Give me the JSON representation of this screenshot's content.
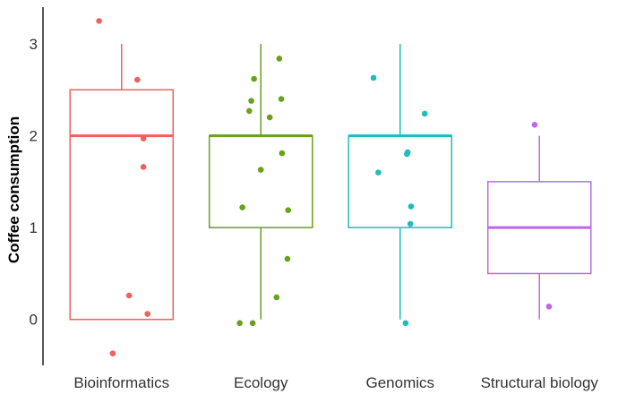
{
  "chart_data": {
    "type": "box",
    "title": "",
    "xlabel": "",
    "ylabel": "Coffee consumption",
    "ylim": [
      -0.5,
      3.4
    ],
    "yticks": [
      0,
      1,
      2,
      3
    ],
    "grid": false,
    "legend": "none",
    "categories": [
      "Bioinformatics",
      "Ecology",
      "Genomics",
      "Structural biology"
    ],
    "colors": [
      "#F0605D",
      "#68A11A",
      "#1DBDBD",
      "#C066EB"
    ],
    "boxes": [
      {
        "category": "Bioinformatics",
        "whisker_low": 0,
        "q1": 0,
        "median": 2,
        "q3": 2.5,
        "whisker_high": 3
      },
      {
        "category": "Ecology",
        "whisker_low": 0,
        "q1": 1,
        "median": 2,
        "q3": 2,
        "whisker_high": 3
      },
      {
        "category": "Genomics",
        "whisker_low": 0,
        "q1": 1,
        "median": 2,
        "q3": 2,
        "whisker_high": 3
      },
      {
        "category": "Structural biology",
        "whisker_low": 0,
        "q1": 0.5,
        "median": 1,
        "q3": 1.5,
        "whisker_high": 2
      }
    ],
    "points": [
      {
        "category": "Bioinformatics",
        "jitter": -0.33,
        "y": 3.25
      },
      {
        "category": "Bioinformatics",
        "jitter": 0.23,
        "y": 2.61
      },
      {
        "category": "Bioinformatics",
        "jitter": 0.32,
        "y": 1.97
      },
      {
        "category": "Bioinformatics",
        "jitter": 0.32,
        "y": 1.66
      },
      {
        "category": "Bioinformatics",
        "jitter": 0.11,
        "y": 0.26
      },
      {
        "category": "Bioinformatics",
        "jitter": 0.38,
        "y": 0.06
      },
      {
        "category": "Bioinformatics",
        "jitter": -0.13,
        "y": -0.37
      },
      {
        "category": "Ecology",
        "jitter": 0.27,
        "y": 2.84
      },
      {
        "category": "Ecology",
        "jitter": -0.1,
        "y": 2.62
      },
      {
        "category": "Ecology",
        "jitter": 0.3,
        "y": 2.4
      },
      {
        "category": "Ecology",
        "jitter": -0.14,
        "y": 2.38
      },
      {
        "category": "Ecology",
        "jitter": -0.17,
        "y": 2.27
      },
      {
        "category": "Ecology",
        "jitter": 0.13,
        "y": 2.2
      },
      {
        "category": "Ecology",
        "jitter": 0.31,
        "y": 1.81
      },
      {
        "category": "Ecology",
        "jitter": 0.0,
        "y": 1.63
      },
      {
        "category": "Ecology",
        "jitter": -0.27,
        "y": 1.22
      },
      {
        "category": "Ecology",
        "jitter": 0.4,
        "y": 1.19
      },
      {
        "category": "Ecology",
        "jitter": 0.39,
        "y": 0.66
      },
      {
        "category": "Ecology",
        "jitter": 0.23,
        "y": 0.24
      },
      {
        "category": "Ecology",
        "jitter": -0.31,
        "y": -0.04
      },
      {
        "category": "Ecology",
        "jitter": -0.12,
        "y": -0.04
      },
      {
        "category": "Genomics",
        "jitter": -0.39,
        "y": 2.63
      },
      {
        "category": "Genomics",
        "jitter": 0.36,
        "y": 2.24
      },
      {
        "category": "Genomics",
        "jitter": 0.11,
        "y": 1.82
      },
      {
        "category": "Genomics",
        "jitter": 0.1,
        "y": 1.8
      },
      {
        "category": "Genomics",
        "jitter": -0.32,
        "y": 1.6
      },
      {
        "category": "Genomics",
        "jitter": 0.16,
        "y": 1.23
      },
      {
        "category": "Genomics",
        "jitter": 0.15,
        "y": 1.04
      },
      {
        "category": "Genomics",
        "jitter": 0.08,
        "y": -0.04
      },
      {
        "category": "Structural biology",
        "jitter": -0.07,
        "y": 2.12
      },
      {
        "category": "Structural biology",
        "jitter": 0.14,
        "y": 0.14
      }
    ]
  }
}
